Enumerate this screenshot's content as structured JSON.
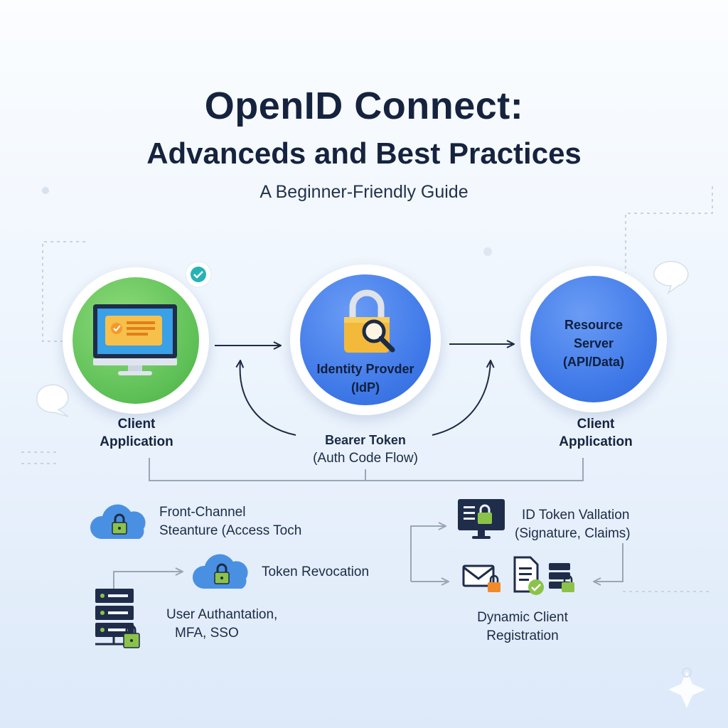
{
  "header": {
    "title_line1": "OpenID Connect:",
    "title_line2": "Advanceds and Best Practices",
    "subtitle": "A Beginner-Friendly Guide"
  },
  "nodes": {
    "client_left": {
      "line1": "Client",
      "line2": "Application"
    },
    "idp": {
      "line1": "Identity Provder",
      "line2": "(IdP)"
    },
    "resource": {
      "line1": "Resource",
      "line2": "Server",
      "line3": "(API/Data)"
    },
    "client_right": {
      "line1": "Client",
      "line2": "Application"
    }
  },
  "flow": {
    "bearer_line1": "Bearer Token",
    "bearer_line2": "(Auth Code Flow)"
  },
  "features": {
    "front_channel_line1": "Front-Channel",
    "front_channel_line2": "Steanture (Access Toch",
    "token_revocation": "Token Revocation",
    "user_auth_line1": "User Authantation,",
    "user_auth_line2": "MFA, SSO",
    "id_token_line1": "ID Token Vallation",
    "id_token_line2": "(Signature, Claims)",
    "dcr_line1": "Dynamic Client",
    "dcr_line2": "Registration"
  },
  "colors": {
    "green": "#5cbf55",
    "blue": "#3f79e8",
    "lock_gold": "#f2b93b",
    "lock_green": "#8bc34a",
    "cloud_blue": "#4a90e2",
    "teal_check": "#26b3b3"
  }
}
